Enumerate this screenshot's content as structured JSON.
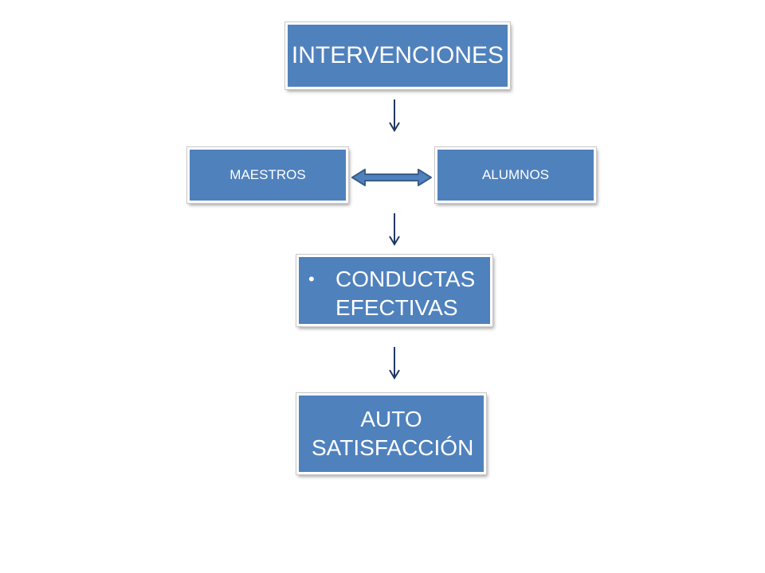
{
  "nodes": {
    "intervenciones": "INTERVENCIONES",
    "maestros": "MAESTROS",
    "alumnos": "ALUMNOS",
    "conductas": "CONDUCTAS EFECTIVAS",
    "auto_satisfaccion": "AUTO SATISFACCIÓN"
  },
  "colors": {
    "box_fill": "#4f81bd",
    "box_text": "#ffffff",
    "arrow": "#1f3864",
    "double_arrow_fill": "#4f81bd",
    "double_arrow_stroke": "#385d8a"
  }
}
